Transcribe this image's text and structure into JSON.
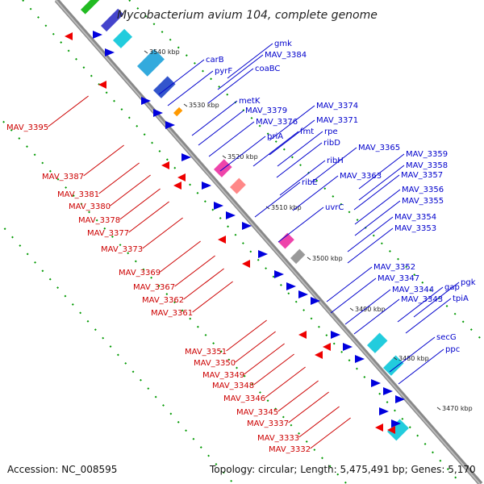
{
  "title": "Mycobacterium avium 104, complete genome",
  "footer": {
    "accession": "Accession: NC_008595",
    "summary": "Topology: circular; Length: 5,475,491 bp; Genes: 5,170"
  },
  "colors": {
    "forward_gene": "#0000dd",
    "reverse_gene": "#ee0000",
    "backbone": "#999999",
    "forward_label": "#0000cc",
    "reverse_label": "#cc0000",
    "dots": "#009900"
  },
  "kbp_ticks": [
    "3540 kbp",
    "3530 kbp",
    "3520 kbp",
    "3510 kbp",
    "3500 kbp",
    "3490 kbp",
    "3480 kbp",
    "3470 kbp"
  ],
  "blue_labels": [
    "gmk",
    "MAV_3384",
    "carB",
    "pyrF",
    "coaBC",
    "metK",
    "MAV_3379",
    "MAV_3374",
    "MAV_3376",
    "priA",
    "fmt",
    "MAV_3371",
    "rpe",
    "ribD",
    "MAV_3365",
    "ribH",
    "MAV_3359",
    "MAV_3358",
    "MAV_3363",
    "MAV_3357",
    "ribE",
    "uvrC",
    "MAV_3356",
    "MAV_3355",
    "MAV_3354",
    "MAV_3353",
    "MAV_3352",
    "MAV_3347",
    "MAV_3344",
    "gap",
    "pgk",
    "MAV_3343",
    "tpiA",
    "secG",
    "ppc"
  ],
  "red_labels": [
    "MAV_3395",
    "MAV_3387",
    "MAV_3381",
    "MAV_3380",
    "MAV_3378",
    "MAV_3377",
    "MAV_3373",
    "MAV_3369",
    "MAV_3367",
    "MAV_3362",
    "MAV_3361",
    "MAV_3351",
    "MAV_3350",
    "MAV_3349",
    "MAV_3348",
    "MAV_3346",
    "MAV_3345",
    "MAV_3337",
    "MAV_3333",
    "MAV_3332"
  ]
}
